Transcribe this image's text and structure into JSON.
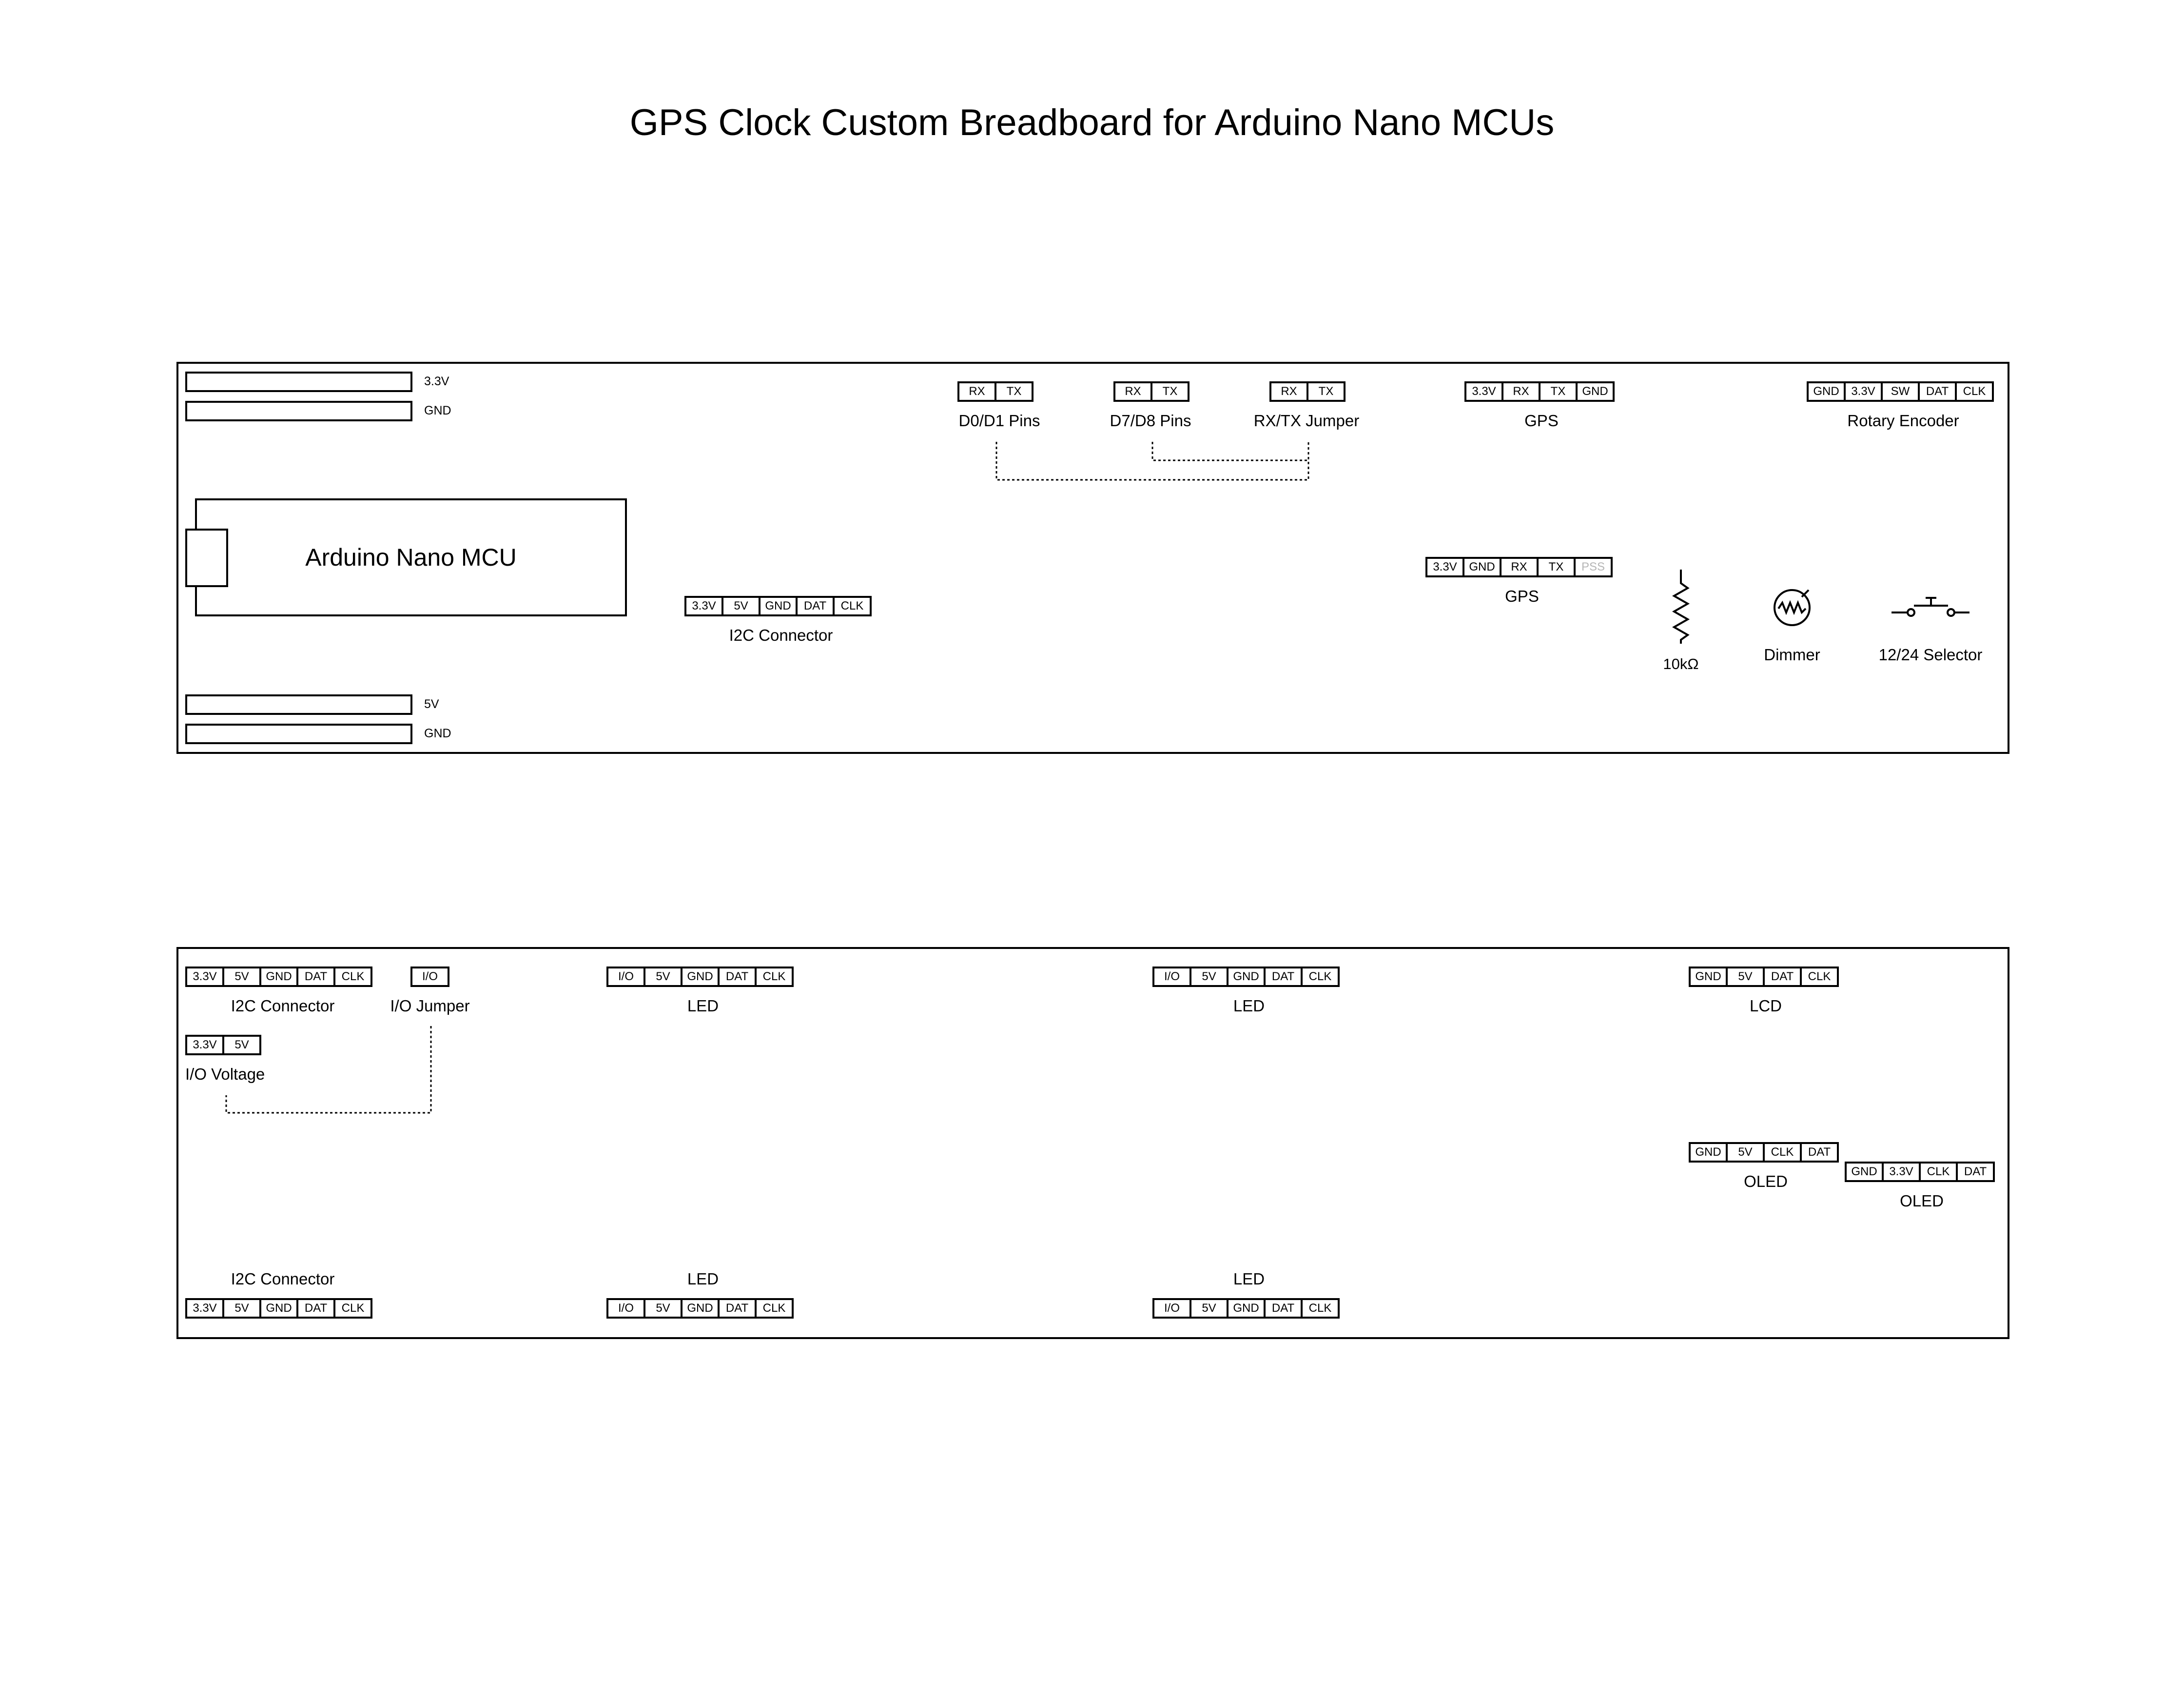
{
  "title": "GPS Clock Custom Breadboard for Arduino Nano MCUs",
  "top_board": {
    "rails": {
      "top_1": "3.3V",
      "top_2": "GND",
      "bottom_1": "5V",
      "bottom_2": "GND"
    },
    "mcu_label": "Arduino Nano MCU",
    "headers": {
      "d0d1": {
        "pins": [
          "RX",
          "TX"
        ],
        "label": "D0/D1 Pins"
      },
      "d7d8": {
        "pins": [
          "RX",
          "TX"
        ],
        "label": "D7/D8 Pins"
      },
      "rxtx_jumper": {
        "pins": [
          "RX",
          "TX"
        ],
        "label": "RX/TX Jumper"
      },
      "gps_1": {
        "pins": [
          "3.3V",
          "RX",
          "TX",
          "GND"
        ],
        "label": "GPS"
      },
      "rotary_encoder": {
        "pins": [
          "GND",
          "3.3V",
          "SW",
          "DAT",
          "CLK"
        ],
        "label": "Rotary Encoder"
      },
      "gps_2": {
        "pins": [
          "3.3V",
          "GND",
          "RX",
          "TX",
          "PSS"
        ],
        "label": "GPS"
      },
      "i2c": {
        "pins": [
          "3.3V",
          "5V",
          "GND",
          "DAT",
          "CLK"
        ],
        "label": "I2C Connector"
      }
    },
    "components": {
      "resistor_label": "10kΩ",
      "dimmer_label": "Dimmer",
      "selector_label": "12/24 Selector"
    }
  },
  "bottom_board": {
    "headers": {
      "i2c_top": {
        "pins": [
          "3.3V",
          "5V",
          "GND",
          "DAT",
          "CLK"
        ],
        "label": "I2C Connector"
      },
      "io_jumper": {
        "pins": [
          "I/O"
        ],
        "label": "I/O Jumper"
      },
      "io_voltage": {
        "pins": [
          "3.3V",
          "5V"
        ],
        "label": "I/O Voltage"
      },
      "led_top_1": {
        "pins": [
          "I/O",
          "5V",
          "GND",
          "DAT",
          "CLK"
        ],
        "label": "LED"
      },
      "led_top_2": {
        "pins": [
          "I/O",
          "5V",
          "GND",
          "DAT",
          "CLK"
        ],
        "label": "LED"
      },
      "lcd": {
        "pins": [
          "GND",
          "5V",
          "DAT",
          "CLK"
        ],
        "label": "LCD"
      },
      "oled_1": {
        "pins": [
          "GND",
          "5V",
          "CLK",
          "DAT"
        ],
        "label": "OLED"
      },
      "oled_2": {
        "pins": [
          "GND",
          "3.3V",
          "CLK",
          "DAT"
        ],
        "label": "OLED"
      },
      "i2c_bottom": {
        "pins": [
          "3.3V",
          "5V",
          "GND",
          "DAT",
          "CLK"
        ],
        "label": "I2C Connector"
      },
      "led_bottom_1": {
        "pins": [
          "I/O",
          "5V",
          "GND",
          "DAT",
          "CLK"
        ],
        "label": "LED"
      },
      "led_bottom_2": {
        "pins": [
          "I/O",
          "5V",
          "GND",
          "DAT",
          "CLK"
        ],
        "label": "LED"
      }
    }
  }
}
